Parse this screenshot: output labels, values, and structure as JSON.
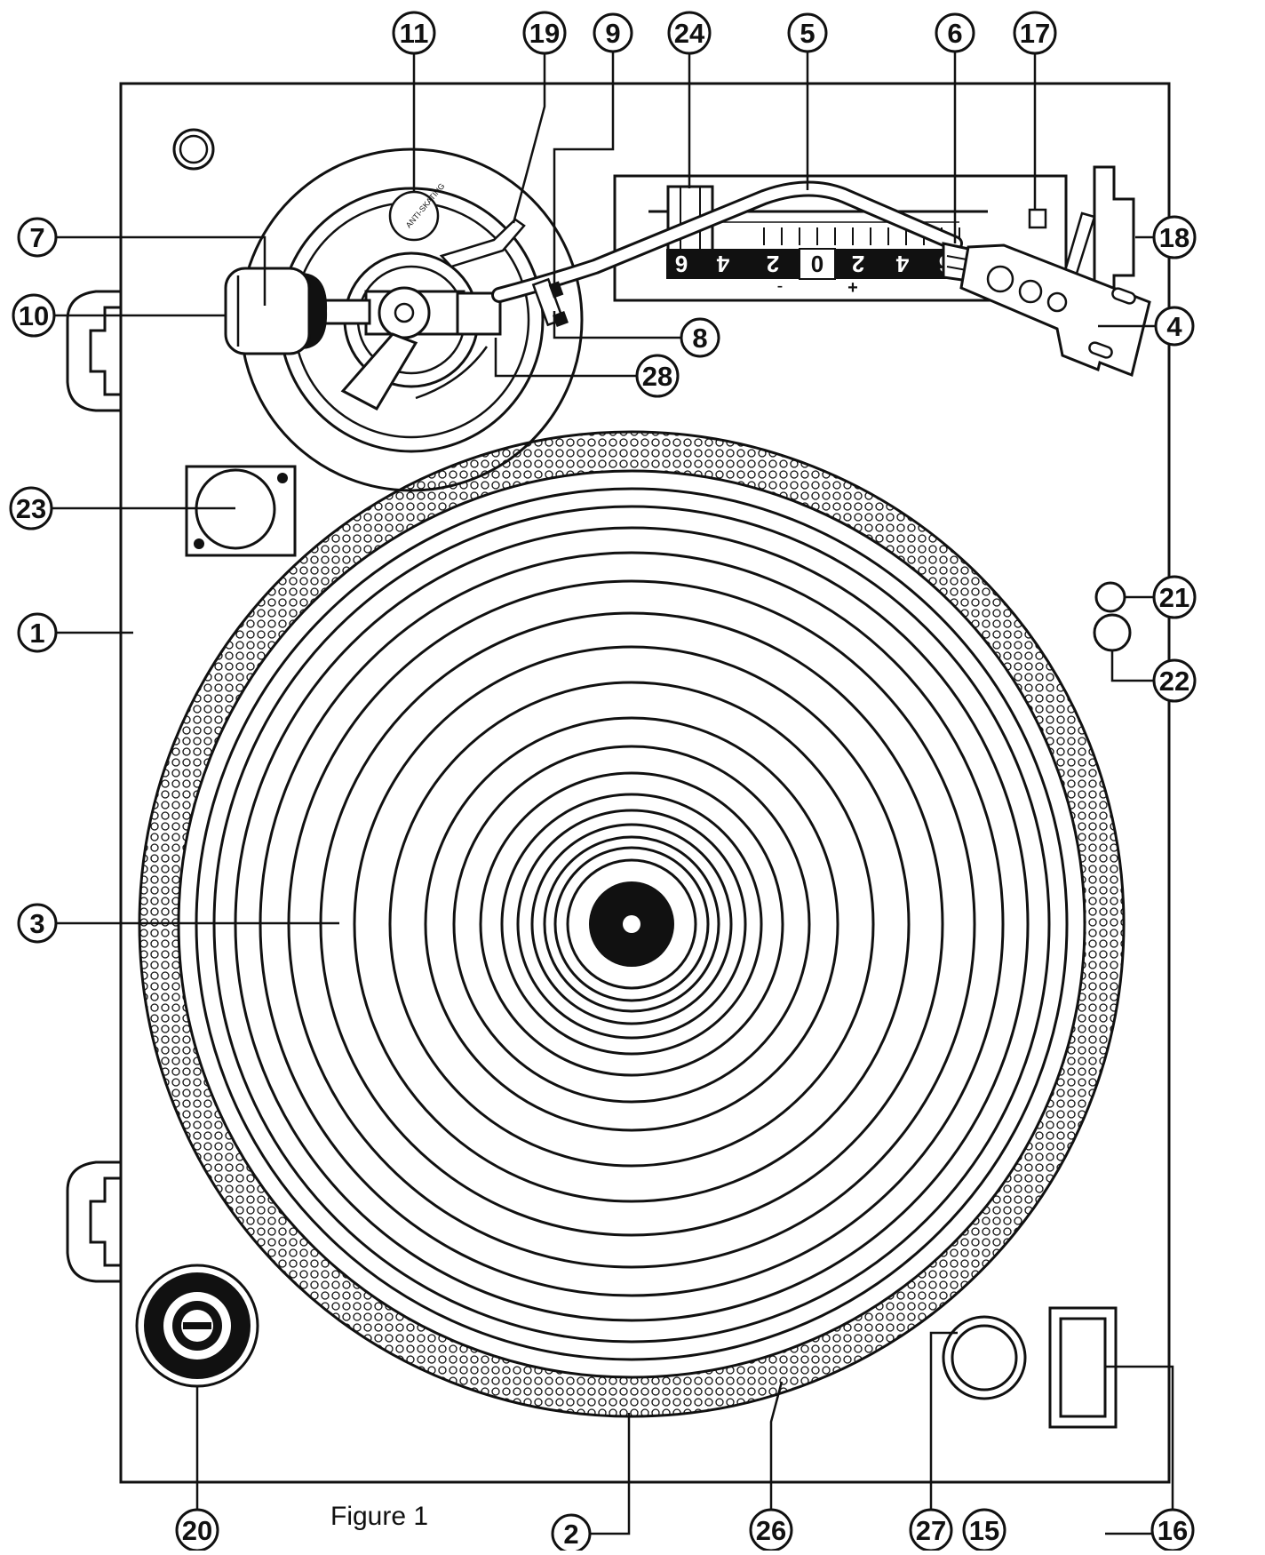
{
  "figure": {
    "caption": "Figure 1"
  },
  "callouts": [
    "1",
    "2",
    "3",
    "4",
    "5",
    "6",
    "7",
    "8",
    "9",
    "10",
    "11",
    "15",
    "16",
    "17",
    "18",
    "19",
    "20",
    "21",
    "22",
    "23",
    "24",
    "26",
    "27",
    "28"
  ],
  "pitch_scale": {
    "numbers": [
      "6",
      "4",
      "2",
      "0",
      "2",
      "4",
      "6"
    ],
    "minus": "-",
    "plus": "+"
  },
  "colors": {
    "ink": "#111111",
    "paper": "#ffffff"
  }
}
